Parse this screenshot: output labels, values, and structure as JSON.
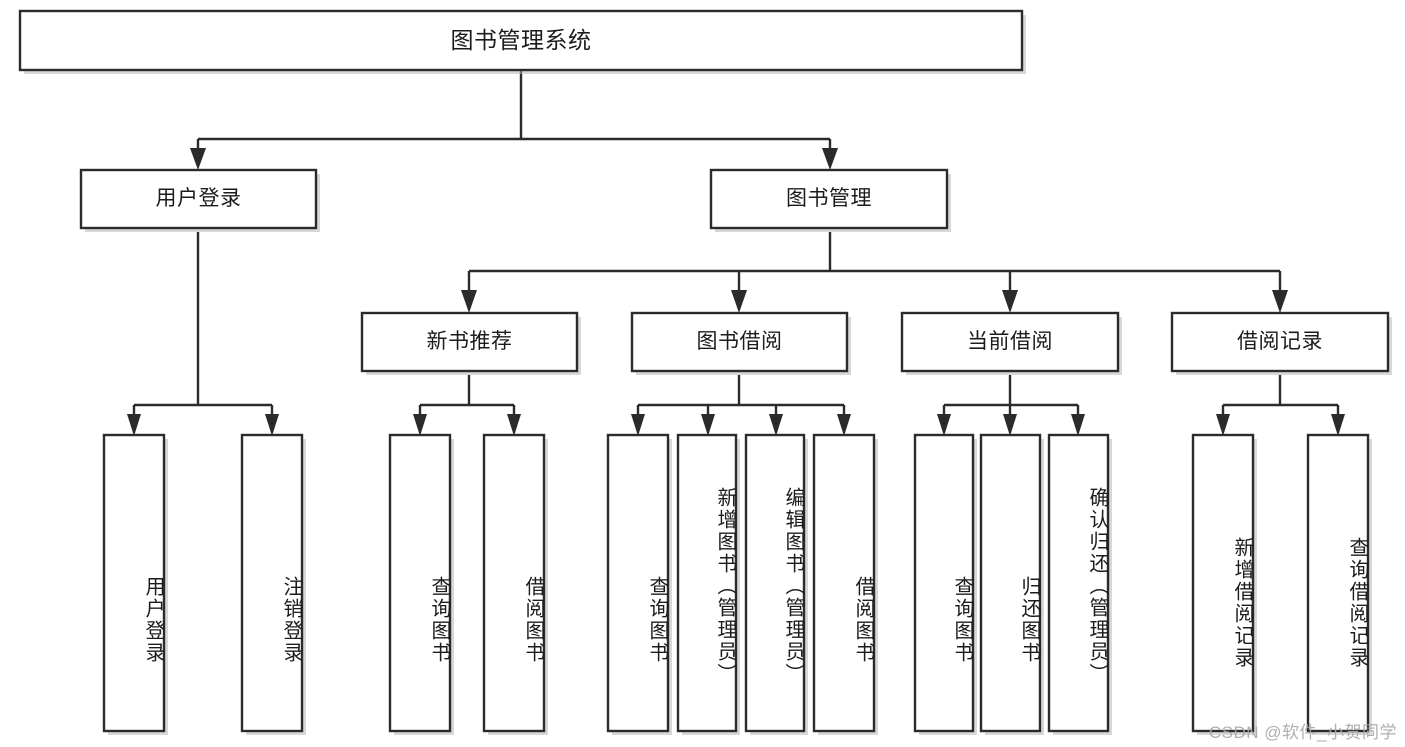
{
  "diagram": {
    "type": "tree",
    "title": "图书管理系统",
    "root": {
      "id": "root",
      "label": "图书管理系统"
    },
    "level2": [
      {
        "id": "user-login",
        "label": "用户登录"
      },
      {
        "id": "book-manage",
        "label": "图书管理"
      }
    ],
    "level3": [
      {
        "id": "new-book-recommend",
        "label": "新书推荐",
        "parent": "book-manage"
      },
      {
        "id": "book-borrow",
        "label": "图书借阅",
        "parent": "book-manage"
      },
      {
        "id": "current-borrow",
        "label": "当前借阅",
        "parent": "book-manage"
      },
      {
        "id": "borrow-record",
        "label": "借阅记录",
        "parent": "book-manage"
      }
    ],
    "leaves": [
      {
        "id": "leaf-user-login",
        "label": "用户登录",
        "parent": "user-login"
      },
      {
        "id": "leaf-user-logout",
        "label": "注销登录",
        "parent": "user-login"
      },
      {
        "id": "leaf-query-book-1",
        "label": "查询图书",
        "parent": "new-book-recommend"
      },
      {
        "id": "leaf-borrow-book-1",
        "label": "借阅图书",
        "parent": "new-book-recommend"
      },
      {
        "id": "leaf-query-book-2",
        "label": "查询图书",
        "parent": "book-borrow"
      },
      {
        "id": "leaf-add-book",
        "label": "新增图书（管理员）",
        "parent": "book-borrow"
      },
      {
        "id": "leaf-edit-book",
        "label": "编辑图书（管理员）",
        "parent": "book-borrow"
      },
      {
        "id": "leaf-borrow-book-2",
        "label": "借阅图书",
        "parent": "book-borrow"
      },
      {
        "id": "leaf-query-book-3",
        "label": "查询图书",
        "parent": "current-borrow"
      },
      {
        "id": "leaf-return-book",
        "label": "归还图书",
        "parent": "current-borrow"
      },
      {
        "id": "leaf-confirm-return",
        "label": "确认归还（管理员）",
        "parent": "current-borrow"
      },
      {
        "id": "leaf-add-record",
        "label": "新增借阅记录",
        "parent": "borrow-record"
      },
      {
        "id": "leaf-query-record",
        "label": "查询借阅记录",
        "parent": "borrow-record"
      }
    ],
    "colors": {
      "stroke": "#2b2b2b",
      "fill": "#ffffff",
      "text": "#1c1c1c",
      "watermark": "#a9a9a9"
    }
  },
  "watermark": {
    "text": "CSDN @软件_小贺同学"
  }
}
